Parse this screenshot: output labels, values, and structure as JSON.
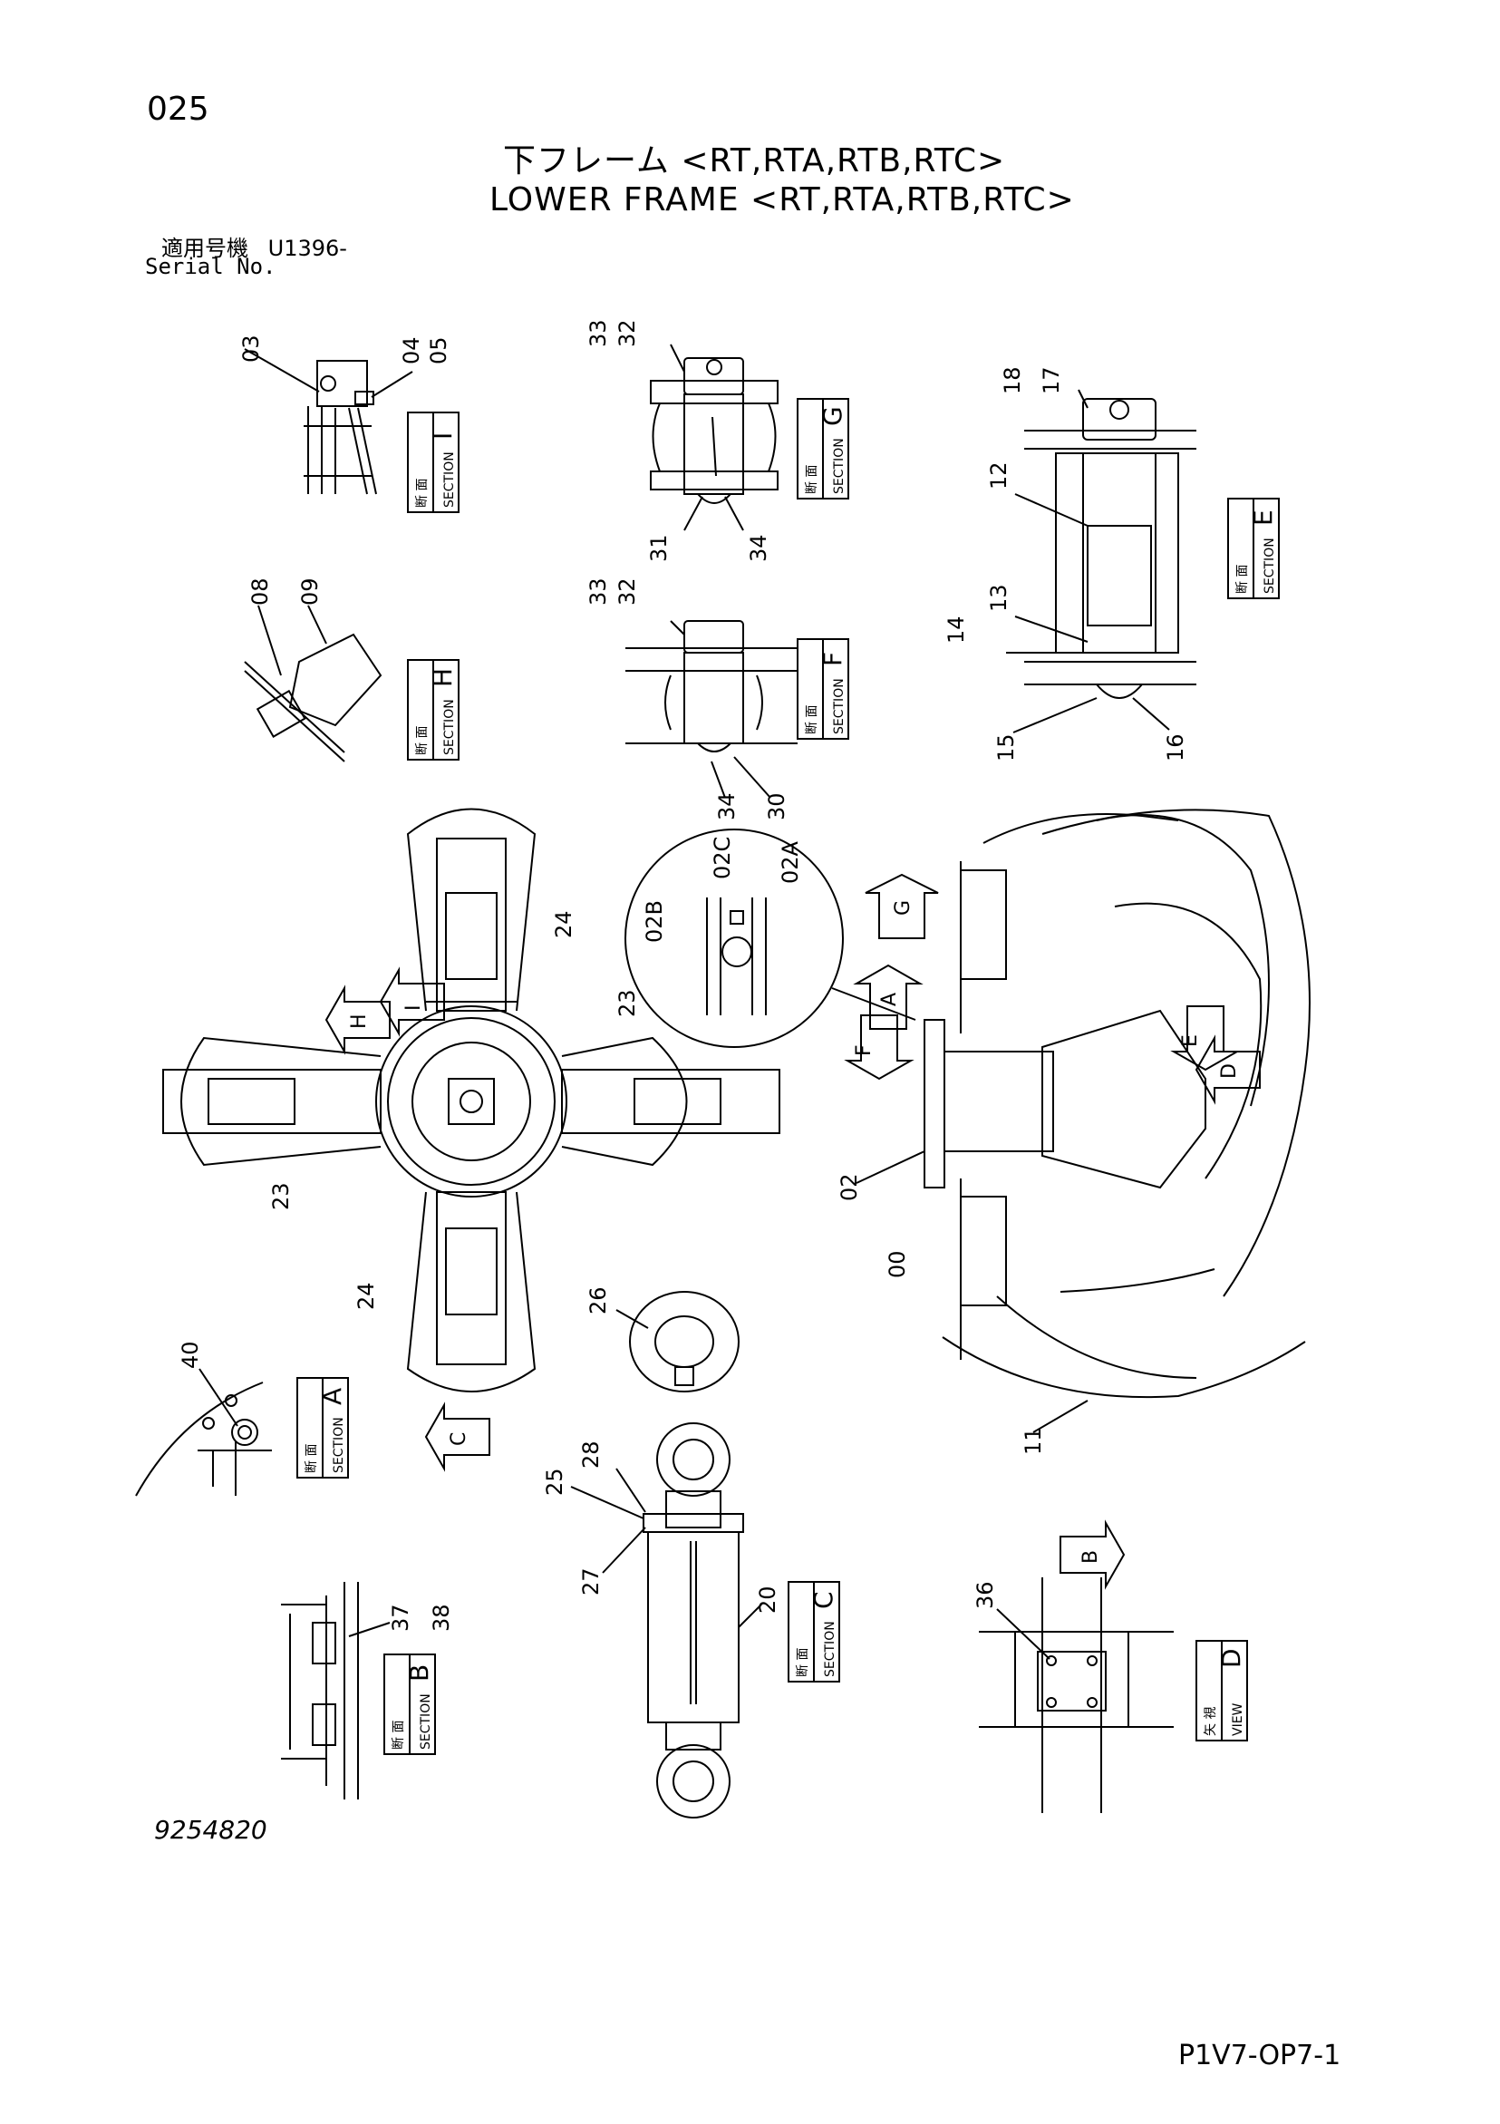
{
  "header": {
    "page_number": "025",
    "title_jp": "下フレーム <RT,RTA,RTB,RTC>",
    "title_en": "LOWER FRAME <RT,RTA,RTB,RTC>",
    "serial_label_jp": "適用号機",
    "serial_value": "U1396-",
    "serial_label_en": "Serial No."
  },
  "footer": {
    "document_id": "9254820",
    "page_code": "P1V7-OP7-1"
  },
  "sections": {
    "section_label": "SECTION",
    "section_jp": "断 面",
    "view_label": "VIEW",
    "view_jp": "矢 視",
    "I": "I",
    "G": "G",
    "E": "E",
    "H": "H",
    "F": "F",
    "A": "A",
    "B": "B",
    "C": "C",
    "D": "D"
  },
  "arrows": {
    "G": "G",
    "A": "A",
    "F": "F",
    "E": "E",
    "D": "D",
    "H": "H",
    "I": "I",
    "C": "C",
    "B": "B"
  },
  "callouts": {
    "c03": "03",
    "c04": "04",
    "c05": "05",
    "c33a": "33",
    "c32a": "32",
    "c31": "31",
    "c34a": "34",
    "c18": "18",
    "c17": "17",
    "c12": "12",
    "c13": "13",
    "c14": "14",
    "c15": "15",
    "c16": "16",
    "c08": "08",
    "c09": "09",
    "c33b": "33",
    "c32b": "32",
    "c34b": "34",
    "c30": "30",
    "c02C": "02C",
    "c02A": "02A",
    "c02B": "02B",
    "c24a": "24",
    "c23a": "23",
    "c23b": "23",
    "c24b": "24",
    "c02": "02",
    "c00": "00",
    "c11": "11",
    "c26": "26",
    "c40": "40",
    "c25": "25",
    "c28": "28",
    "c27": "27",
    "c20": "20",
    "c37": "37",
    "c38": "38",
    "c36": "36",
    "dash": "-"
  }
}
